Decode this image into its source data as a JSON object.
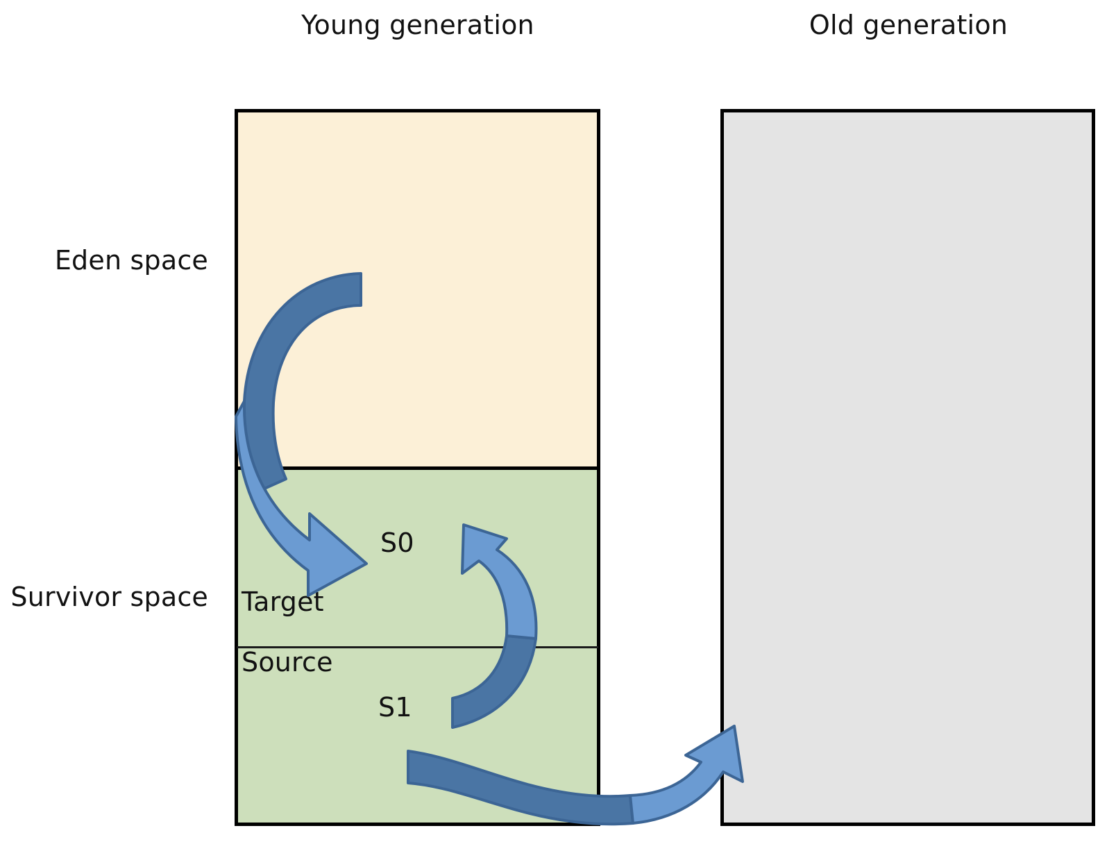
{
  "diagram": {
    "kind": "jvm-heap-generational-gc-diagram",
    "background_color": "#FFFFFF"
  },
  "titles": {
    "young": "Young generation",
    "old": "Old generation"
  },
  "side_labels": {
    "eden": "Eden space",
    "survivor": "Survivor space"
  },
  "regions": {
    "eden": {
      "name": "Eden space",
      "fill": "#FCF0D7",
      "stroke": "#000000"
    },
    "survivor": {
      "name": "Survivor space",
      "fill": "#CDDFBB",
      "stroke": "#000000",
      "sub_labels": {
        "s0": "S0",
        "target": "Target",
        "source": "Source",
        "s1": "S1"
      }
    },
    "old": {
      "name": "Old generation",
      "fill": "#E4E4E4",
      "stroke": "#000000"
    }
  },
  "arrows": {
    "colors": {
      "dark_blue": "#4A75A4",
      "light_blue": "#6B9BD2",
      "outline": "#3C6595"
    },
    "items": [
      {
        "id": "eden-to-s0",
        "from": "Eden space",
        "to": "S0 (Target survivor space)",
        "description": "curved arrow sweeping left then down-right into S0"
      },
      {
        "id": "s1-to-s0",
        "from": "S1 (Source survivor space)",
        "to": "S0 (Target survivor space)",
        "description": "curved arrow looping right then up-left into S0"
      },
      {
        "id": "s1-to-old",
        "from": "S1 (Source survivor space)",
        "to": "Old generation",
        "description": "curved arrow sweeping down and right into the Old generation box"
      }
    ]
  }
}
